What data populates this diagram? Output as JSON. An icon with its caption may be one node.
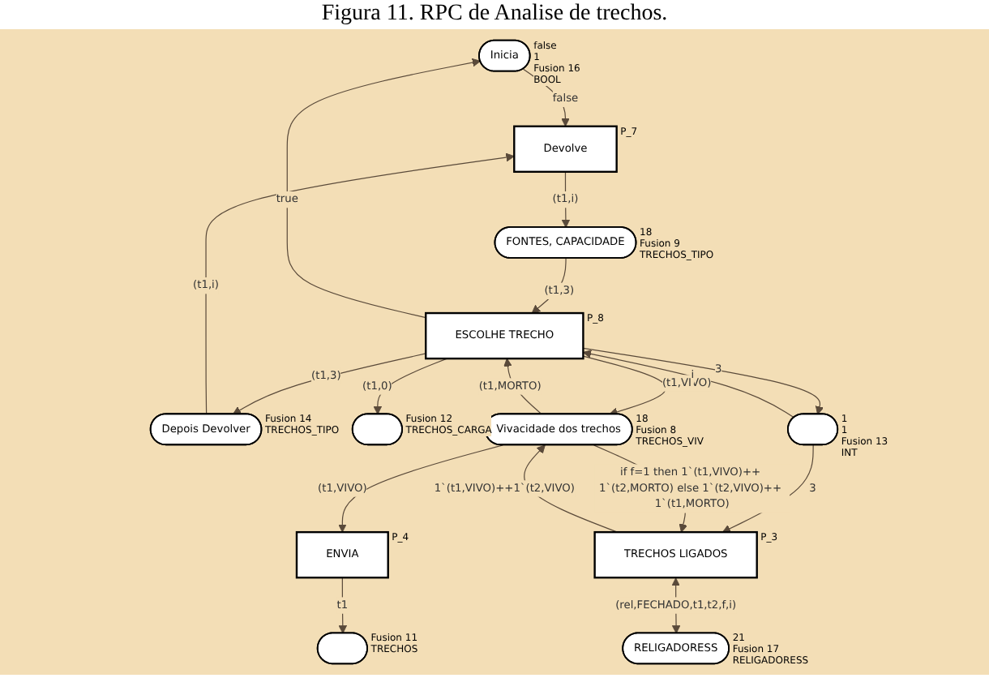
{
  "diagram": {
    "title": "Figura 11. RPC de Analise de trechos.",
    "nodes": [
      {
        "text": [
          "Inicia"
        ],
        "beside": [
          "false",
          "1",
          "Fusion 16",
          "BOOL"
        ]
      },
      {
        "text": [
          "Devolve"
        ],
        "beside": [
          "P_7"
        ]
      },
      {
        "text": [
          "Depois Devolver"
        ],
        "beside": [
          "Fusion 14",
          "TRECHOS_TIPO"
        ]
      },
      {
        "text": [],
        "shape": "ellipse",
        "beside": [
          "Fusion 12",
          "TRECHOS_CARGA"
        ]
      },
      {
        "text": [],
        "shape": "ellipse",
        "beside": [
          "Fusion 11",
          "TRECHOS"
        ]
      },
      {
        "text": [
          "ENVIA"
        ],
        "beside": [
          "P_4"
        ]
      },
      {
        "text": [
          "FONTES, CAPACIDADE"
        ],
        "beside": [
          "18",
          "Fusion 9",
          "TRECHOS_TIPO"
        ]
      },
      {
        "text": [
          "ESCOLHE TRECHO"
        ],
        "beside": [
          "P_8"
        ]
      },
      {
        "text": [
          "Vivacidade dos trechos"
        ],
        "beside": [
          "18",
          "Fusion 8",
          "TRECHOS_VIV"
        ]
      },
      {
        "text": [],
        "shape": "ellipse",
        "beside": [
          "1",
          "1",
          "Fusion 13",
          "INT"
        ]
      },
      {
        "text": [
          "TRECHOS LIGADOS"
        ],
        "beside": [
          "P_3"
        ]
      },
      {
        "text": [
          "RELIGADORESS"
        ],
        "beside": [
          "21",
          "Fusion 17",
          "RELIGADORESS"
        ]
      }
    ],
    "edges": [
      {
        "from": 0,
        "to": 1,
        "arrow": "to",
        "label": "false"
      },
      {
        "from": 2,
        "to": 1,
        "arrow": "to",
        "label": "(t1,i)"
      },
      {
        "from": 1,
        "to": 6,
        "arrow": "to",
        "label": "(t1,i)"
      },
      {
        "from": 7,
        "to": 0,
        "arrow": "to",
        "label": "true"
      },
      {
        "from": 7,
        "to": 2,
        "arrow": "to",
        "label": "(t1,3)"
      },
      {
        "from": 7,
        "to": 3,
        "arrow": "to",
        "label": "(t1,0)"
      },
      {
        "from": 5,
        "to": 4,
        "arrow": "to",
        "label": "t1"
      },
      {
        "from": 8,
        "to": 5,
        "arrow": "to",
        "label": "(t1,VIVO)"
      },
      {
        "from": 6,
        "to": 7,
        "arrow": "to",
        "label": "(t1,3)"
      },
      {
        "from": 7,
        "to": 8,
        "arrow": "to",
        "label": "(t1,VIVO)"
      },
      {
        "from": 8,
        "to": 7,
        "arrow": "to",
        "label": "(t1,MORTO)"
      },
      {
        "from": 9,
        "to": 7,
        "arrow": "to",
        "label": "i"
      },
      {
        "from": 7,
        "to": 9,
        "arrow": "to",
        "label": "3"
      },
      {
        "from": 9,
        "to": 10,
        "arrow": "to",
        "label": "3"
      },
      {
        "from": 8,
        "to": 10,
        "arrow": "to",
        "label": "if f=1 then 1`(t1,VIVO)++ 1`(t2,MORTO) else 1`(t2,VIVO)++ 1`(t1,MORTO)"
      },
      {
        "from": 10,
        "to": 8,
        "arrow": "to",
        "label": "1`(t1,VIVO)++1`(t2,VIVO)"
      },
      {
        "from": 10,
        "to": 11,
        "arrow": "both",
        "label": "(rel,FECHADO,t1,t2,f,i)"
      }
    ]
  }
}
